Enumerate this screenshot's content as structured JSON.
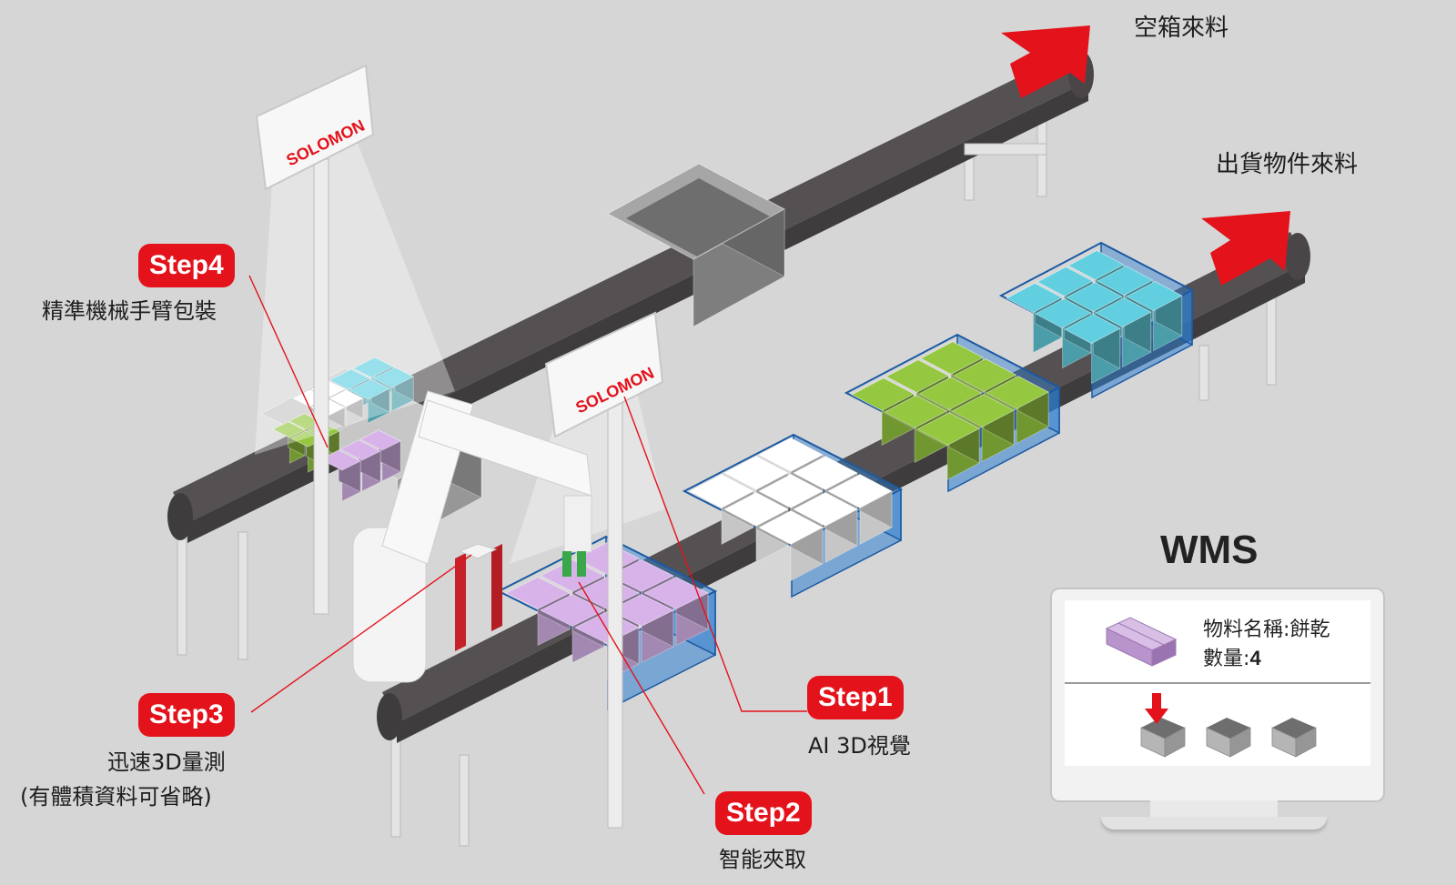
{
  "labels": {
    "empty_box_feed": "空箱來料",
    "shipment_feed": "出貨物件來料"
  },
  "brand": {
    "logo_text": "SOLOMON"
  },
  "steps": [
    {
      "badge": "Step1",
      "caption": "AI 3D視覺"
    },
    {
      "badge": "Step2",
      "caption": "智能夾取"
    },
    {
      "badge": "Step3",
      "caption": "迅速3D量測",
      "caption2": "(有體積資料可省略)"
    },
    {
      "badge": "Step4",
      "caption": "精準機械手臂包裝"
    }
  ],
  "wms": {
    "title": "WMS",
    "item_name_label": "物料名稱",
    "item_name_value": "餅乾",
    "qty_label": "數量",
    "qty_value": "4",
    "empty_box_count": 3
  },
  "colors": {
    "accent": "#e3121b",
    "belt": "#555152",
    "teal_box": "#5bc0cf",
    "green_box": "#8ab83c",
    "white_box": "#f2f2f2",
    "purple_box": "#c7a6d8",
    "tray_blue": "#2f7fd1"
  }
}
